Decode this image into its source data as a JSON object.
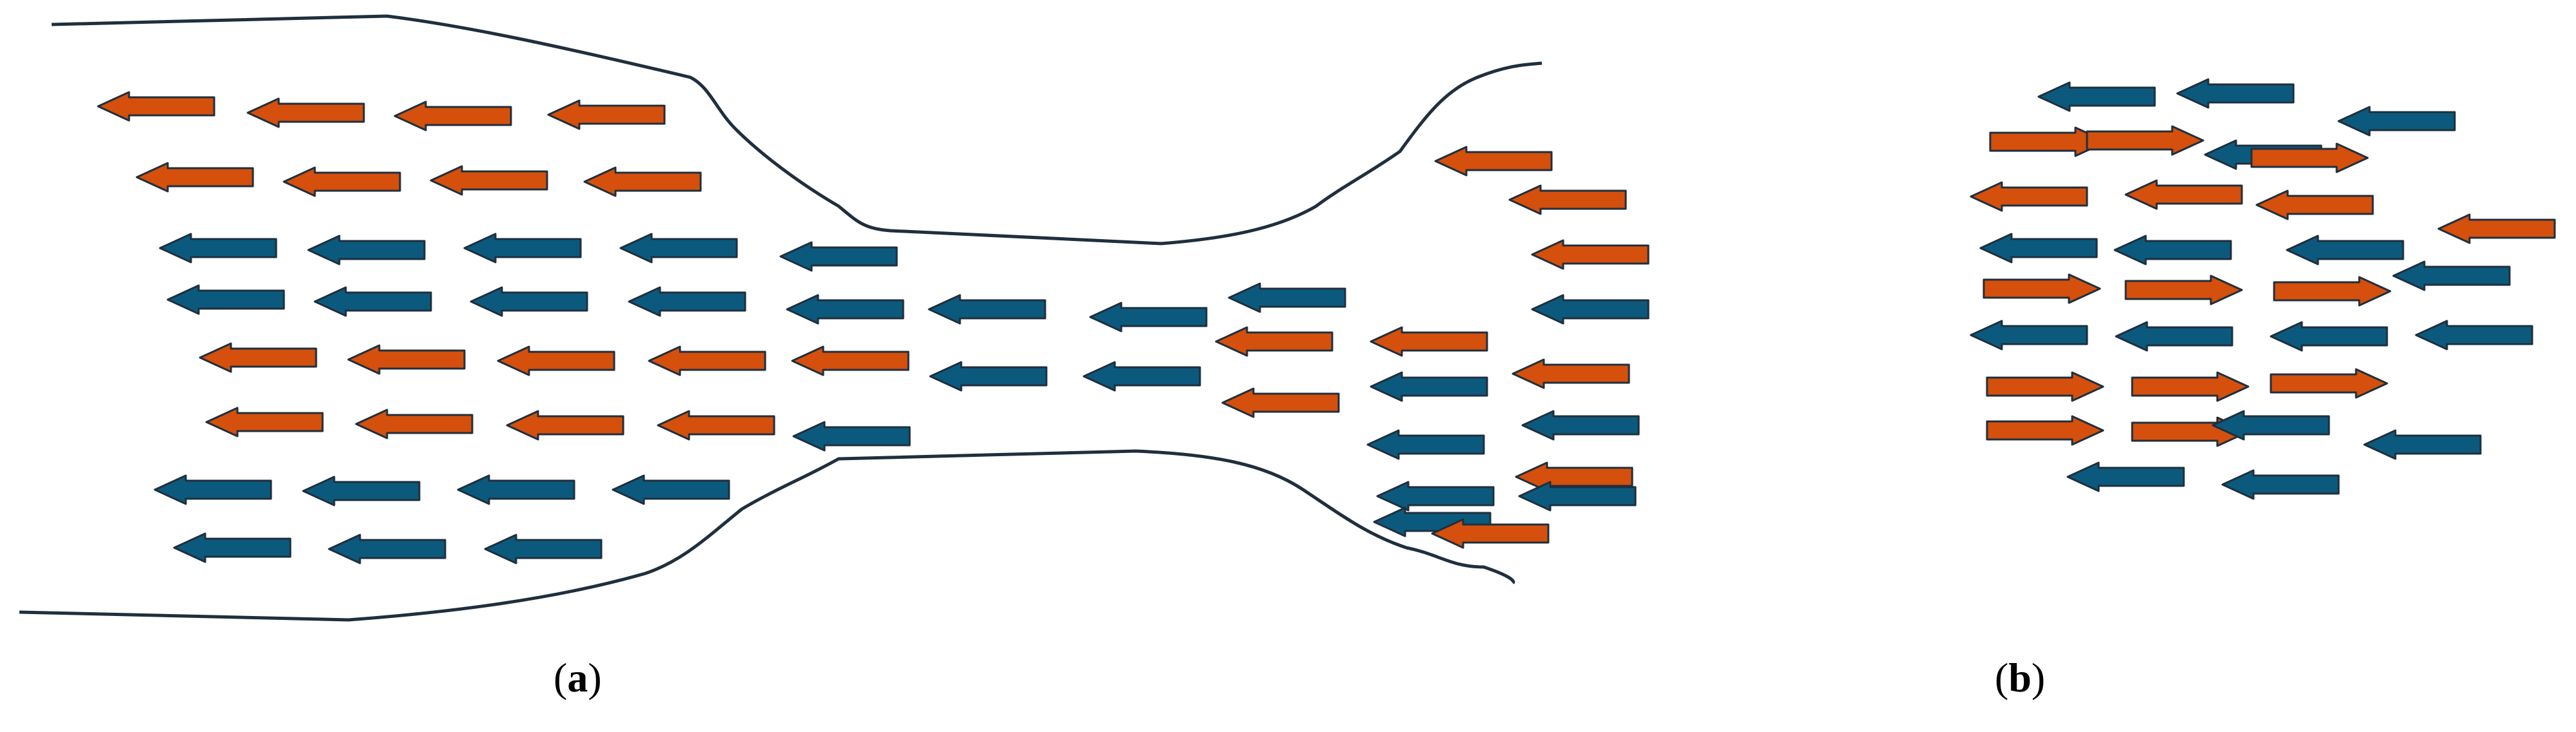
{
  "figure": {
    "colors": {
      "orange": "#D4500C",
      "blue": "#0B5A7D",
      "outline": "#1F2F3E",
      "boundary": "#1F2F3E"
    },
    "panel_a": {
      "label_open": "(",
      "label_letter": "a",
      "label_close": ")",
      "description": "",
      "arrows": [
        {
          "direction": "left",
          "color": "orange"
        },
        {
          "direction": "left",
          "color": "orange"
        },
        {
          "direction": "left",
          "color": "orange"
        },
        {
          "direction": "left",
          "color": "orange"
        },
        {
          "direction": "left",
          "color": "orange"
        },
        {
          "direction": "left",
          "color": "orange"
        },
        {
          "direction": "left",
          "color": "orange"
        },
        {
          "direction": "left",
          "color": "orange"
        },
        {
          "direction": "left",
          "color": "blue"
        },
        {
          "direction": "left",
          "color": "blue"
        },
        {
          "direction": "left",
          "color": "blue"
        },
        {
          "direction": "left",
          "color": "blue"
        },
        {
          "direction": "left",
          "color": "blue"
        },
        {
          "direction": "left",
          "color": "blue"
        },
        {
          "direction": "left",
          "color": "blue"
        },
        {
          "direction": "left",
          "color": "blue"
        },
        {
          "direction": "left",
          "color": "orange"
        },
        {
          "direction": "left",
          "color": "orange"
        },
        {
          "direction": "left",
          "color": "orange"
        },
        {
          "direction": "left",
          "color": "orange"
        },
        {
          "direction": "left",
          "color": "orange"
        },
        {
          "direction": "left",
          "color": "orange"
        },
        {
          "direction": "left",
          "color": "orange"
        },
        {
          "direction": "left",
          "color": "orange"
        },
        {
          "direction": "left",
          "color": "blue"
        },
        {
          "direction": "left",
          "color": "blue"
        },
        {
          "direction": "left",
          "color": "blue"
        },
        {
          "direction": "left",
          "color": "blue"
        },
        {
          "direction": "left",
          "color": "blue"
        },
        {
          "direction": "left",
          "color": "blue"
        },
        {
          "direction": "left",
          "color": "blue"
        },
        {
          "direction": "left",
          "color": "blue"
        },
        {
          "direction": "left",
          "color": "blue"
        },
        {
          "direction": "left",
          "color": "orange"
        },
        {
          "direction": "left",
          "color": "blue"
        },
        {
          "direction": "left",
          "color": "blue"
        },
        {
          "direction": "left",
          "color": "blue"
        },
        {
          "direction": "left",
          "color": "blue"
        },
        {
          "direction": "left",
          "color": "blue"
        },
        {
          "direction": "left",
          "color": "blue"
        },
        {
          "direction": "left",
          "color": "orange"
        },
        {
          "direction": "left",
          "color": "orange"
        },
        {
          "direction": "left",
          "color": "orange"
        },
        {
          "direction": "left",
          "color": "blue"
        },
        {
          "direction": "left",
          "color": "blue"
        },
        {
          "direction": "left",
          "color": "blue"
        },
        {
          "direction": "left",
          "color": "blue"
        },
        {
          "direction": "left",
          "color": "orange"
        },
        {
          "direction": "left",
          "color": "orange"
        },
        {
          "direction": "left",
          "color": "orange"
        },
        {
          "direction": "left",
          "color": "blue"
        },
        {
          "direction": "left",
          "color": "orange"
        },
        {
          "direction": "left",
          "color": "blue"
        },
        {
          "direction": "left",
          "color": "orange"
        },
        {
          "direction": "left",
          "color": "blue"
        },
        {
          "direction": "left",
          "color": "orange"
        }
      ]
    },
    "panel_b": {
      "label_open": "(",
      "label_letter": "b",
      "label_close": ")",
      "description": "",
      "arrows": [
        {
          "direction": "left",
          "color": "blue"
        },
        {
          "direction": "left",
          "color": "blue"
        },
        {
          "direction": "left",
          "color": "blue"
        },
        {
          "direction": "right",
          "color": "orange"
        },
        {
          "direction": "right",
          "color": "orange"
        },
        {
          "direction": "left",
          "color": "blue"
        },
        {
          "direction": "right",
          "color": "orange"
        },
        {
          "direction": "left",
          "color": "orange"
        },
        {
          "direction": "left",
          "color": "orange"
        },
        {
          "direction": "left",
          "color": "orange"
        },
        {
          "direction": "left",
          "color": "orange"
        },
        {
          "direction": "left",
          "color": "blue"
        },
        {
          "direction": "left",
          "color": "blue"
        },
        {
          "direction": "left",
          "color": "blue"
        },
        {
          "direction": "left",
          "color": "blue"
        },
        {
          "direction": "right",
          "color": "orange"
        },
        {
          "direction": "right",
          "color": "orange"
        },
        {
          "direction": "right",
          "color": "orange"
        },
        {
          "direction": "left",
          "color": "blue"
        },
        {
          "direction": "left",
          "color": "blue"
        },
        {
          "direction": "left",
          "color": "blue"
        },
        {
          "direction": "left",
          "color": "blue"
        },
        {
          "direction": "right",
          "color": "orange"
        },
        {
          "direction": "right",
          "color": "orange"
        },
        {
          "direction": "right",
          "color": "orange"
        },
        {
          "direction": "right",
          "color": "orange"
        },
        {
          "direction": "right",
          "color": "orange"
        },
        {
          "direction": "left",
          "color": "blue"
        },
        {
          "direction": "left",
          "color": "blue"
        },
        {
          "direction": "left",
          "color": "blue"
        },
        {
          "direction": "left",
          "color": "blue"
        }
      ]
    }
  }
}
